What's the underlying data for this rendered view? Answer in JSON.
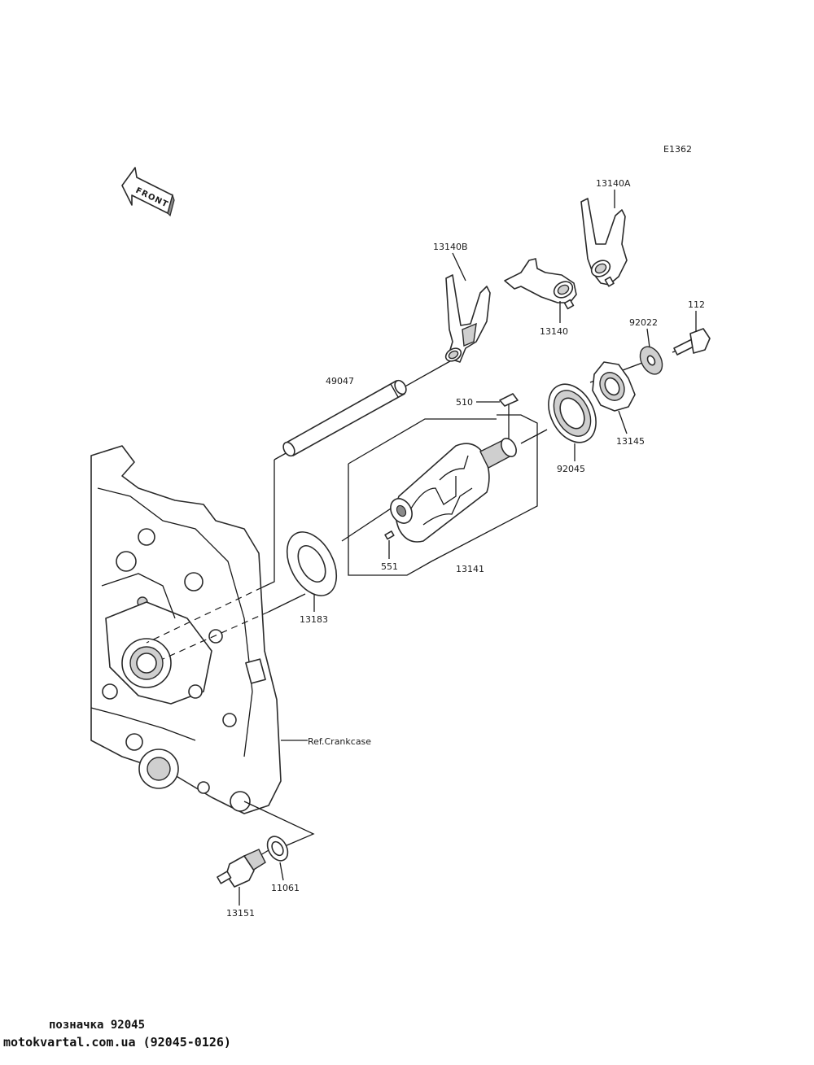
{
  "diagram": {
    "ref_code": "E1362",
    "front_label": "FRONT",
    "crankcase_label": "Ref.Crankcase",
    "parts": [
      {
        "number": "13140A"
      },
      {
        "number": "13140B"
      },
      {
        "number": "13140"
      },
      {
        "number": "112"
      },
      {
        "number": "92022"
      },
      {
        "number": "49047"
      },
      {
        "number": "510"
      },
      {
        "number": "13145"
      },
      {
        "number": "92045"
      },
      {
        "number": "551"
      },
      {
        "number": "13141"
      },
      {
        "number": "13183"
      },
      {
        "number": "11061"
      },
      {
        "number": "13151"
      }
    ]
  },
  "footer": {
    "code_line": "позначка 92045",
    "site_line": "motokvartal.com.ua (92045-0126)"
  }
}
